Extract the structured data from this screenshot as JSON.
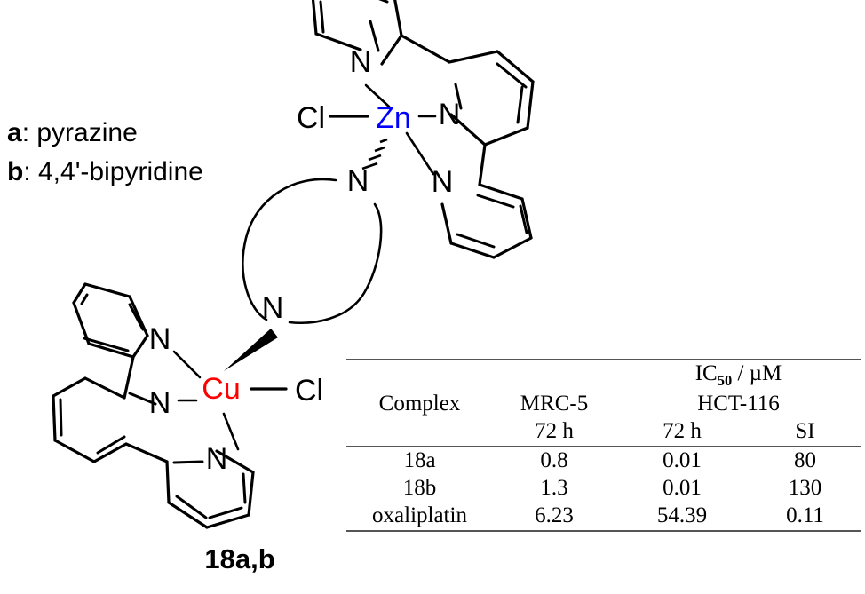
{
  "legend": {
    "rows": [
      {
        "key": "a",
        "sep": ": ",
        "value": "pyrazine"
      },
      {
        "key": "b",
        "sep": ": ",
        "value": "4,4'-bipyridine"
      }
    ]
  },
  "structure": {
    "compound_label": "18a,b",
    "atoms": {
      "zn": "Zn",
      "cu": "Cu",
      "cl_zn": "Cl",
      "cl_cu": "Cl",
      "n": "N"
    },
    "colors": {
      "zinc": "#0000FF",
      "copper": "#FF0000",
      "bond": "#000000",
      "label": "#000000"
    }
  },
  "table": {
    "group_header": {
      "prefix": "IC",
      "subscript": "50",
      "suffix": " / µM"
    },
    "columns": [
      {
        "key": "complex",
        "label": "Complex",
        "time": ""
      },
      {
        "key": "mrc5",
        "label": "MRC-5",
        "time": "72 h"
      },
      {
        "key": "hct116",
        "label": "HCT-116",
        "time": "72 h"
      },
      {
        "key": "si",
        "label": "",
        "time": "SI"
      }
    ],
    "header_row1": [
      "Complex",
      "MRC-5",
      "HCT-116",
      ""
    ],
    "header_row2": [
      "",
      "72 h",
      "72 h",
      "SI"
    ],
    "rows": [
      {
        "complex": "18a",
        "complex_bold": true,
        "mrc5": "0.8",
        "mrc5_bold": false,
        "hct116": "0.01",
        "hct116_bold": true,
        "si": "80",
        "si_bold": true
      },
      {
        "complex": "18b",
        "complex_bold": true,
        "mrc5": "1.3",
        "mrc5_bold": false,
        "hct116": "0.01",
        "hct116_bold": true,
        "si": "130",
        "si_bold": true
      },
      {
        "complex": "oxaliplatin",
        "complex_bold": false,
        "mrc5": "6.23",
        "mrc5_bold": false,
        "hct116": "54.39",
        "hct116_bold": false,
        "si": "0.11",
        "si_bold": false
      }
    ]
  }
}
